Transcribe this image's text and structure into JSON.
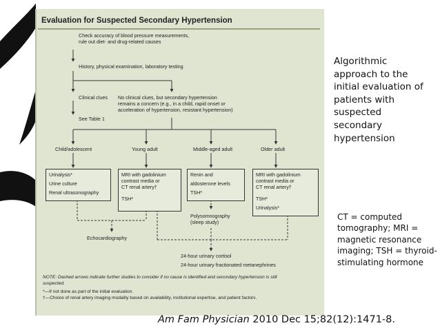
{
  "slide": {
    "side_caption": "Algorithmic approach to the initial evaluation of patients with suspected secondary hypertension",
    "abbreviations": "CT = computed tomography; MRI = magnetic resonance imaging; TSH = thyroid-stimulating hormone",
    "citation_journal": "Am Fam Physician",
    "citation_rest": " 2010 Dec 15;82(12):1471-8."
  },
  "figure": {
    "title": "Evaluation for Suspected Secondary Hypertension",
    "step1": [
      "Check accuracy of blood pressure measurements,",
      "rule out diet- and drug-related causes"
    ],
    "step2": "History, physical examination, laboratory testing",
    "clinical_clues": "Clinical clues",
    "no_clues": [
      "No clinical clues, but secondary hypertension",
      "remains a concern (e.g., in a child, rapid onset or",
      "acceleration of hypertension, resistant hypertension)"
    ],
    "see_table": "See Table 1",
    "groups": [
      "Child/adolescent",
      "Young adult",
      "Middle-aged adult",
      "Older adult"
    ],
    "box_child": [
      "Urinalysis*",
      "Urine culture",
      "Renal ultrasonography"
    ],
    "box_young": [
      "MRI with gadolinium",
      "contrast media or",
      "CT renal artery†",
      "TSH*"
    ],
    "box_middle": [
      "Renin and",
      "aldosterone levels",
      "TSH*"
    ],
    "box_older": [
      "MRI with gadolinium",
      "contrast media or",
      "CT renal artery†",
      "TSH*",
      "Urinalysis*"
    ],
    "polysomnography": [
      "Polysomnography",
      "(sleep study)"
    ],
    "echocardiography": "Echocardiography",
    "cortisol": "24-hour urinary cortisol",
    "metanephrines": "24-hour urinary fractionated metanephrines",
    "note_lines": [
      "NOTE: Dashed arrows indicate further studies to consider if no cause is identified and secondary hypertension is still",
      "suspected."
    ],
    "footnotes": [
      "*—If not done as part of the initial evaluation.",
      "†—Choice of renal artery imaging modality based on availability, institutional expertise, and patient factors."
    ]
  }
}
